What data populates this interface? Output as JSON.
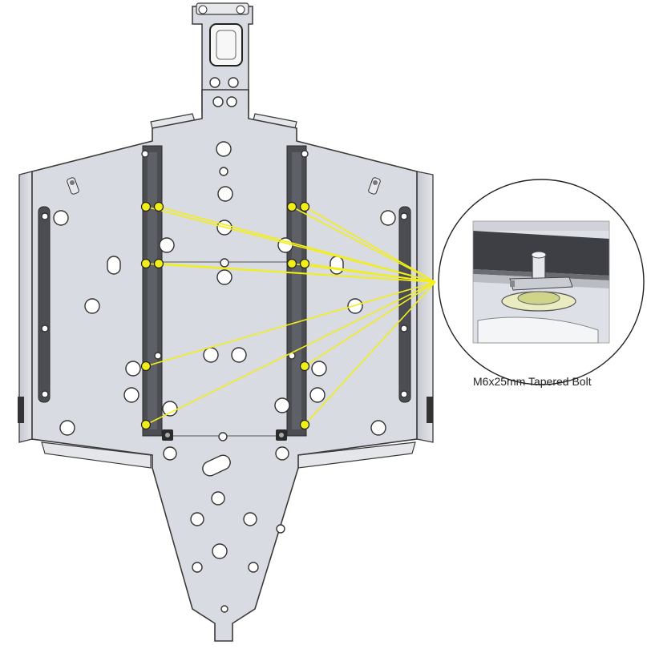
{
  "callout": {
    "label": "M6x25mm Tapered Bolt"
  },
  "colors": {
    "plate_fill": "#d9dbe2",
    "plate_stroke": "#3a3a3a",
    "rail_dark": "#4b4d52",
    "bolt_marker": "#f2ee1a",
    "leader_line": "#f2ee1a",
    "detail_bg": "#dde0e6"
  },
  "icons": {
    "bolt_marker": "yellow-dot",
    "hole": "circle-hole",
    "detail": "magnified-circle"
  },
  "marked_bolt_count": 12
}
